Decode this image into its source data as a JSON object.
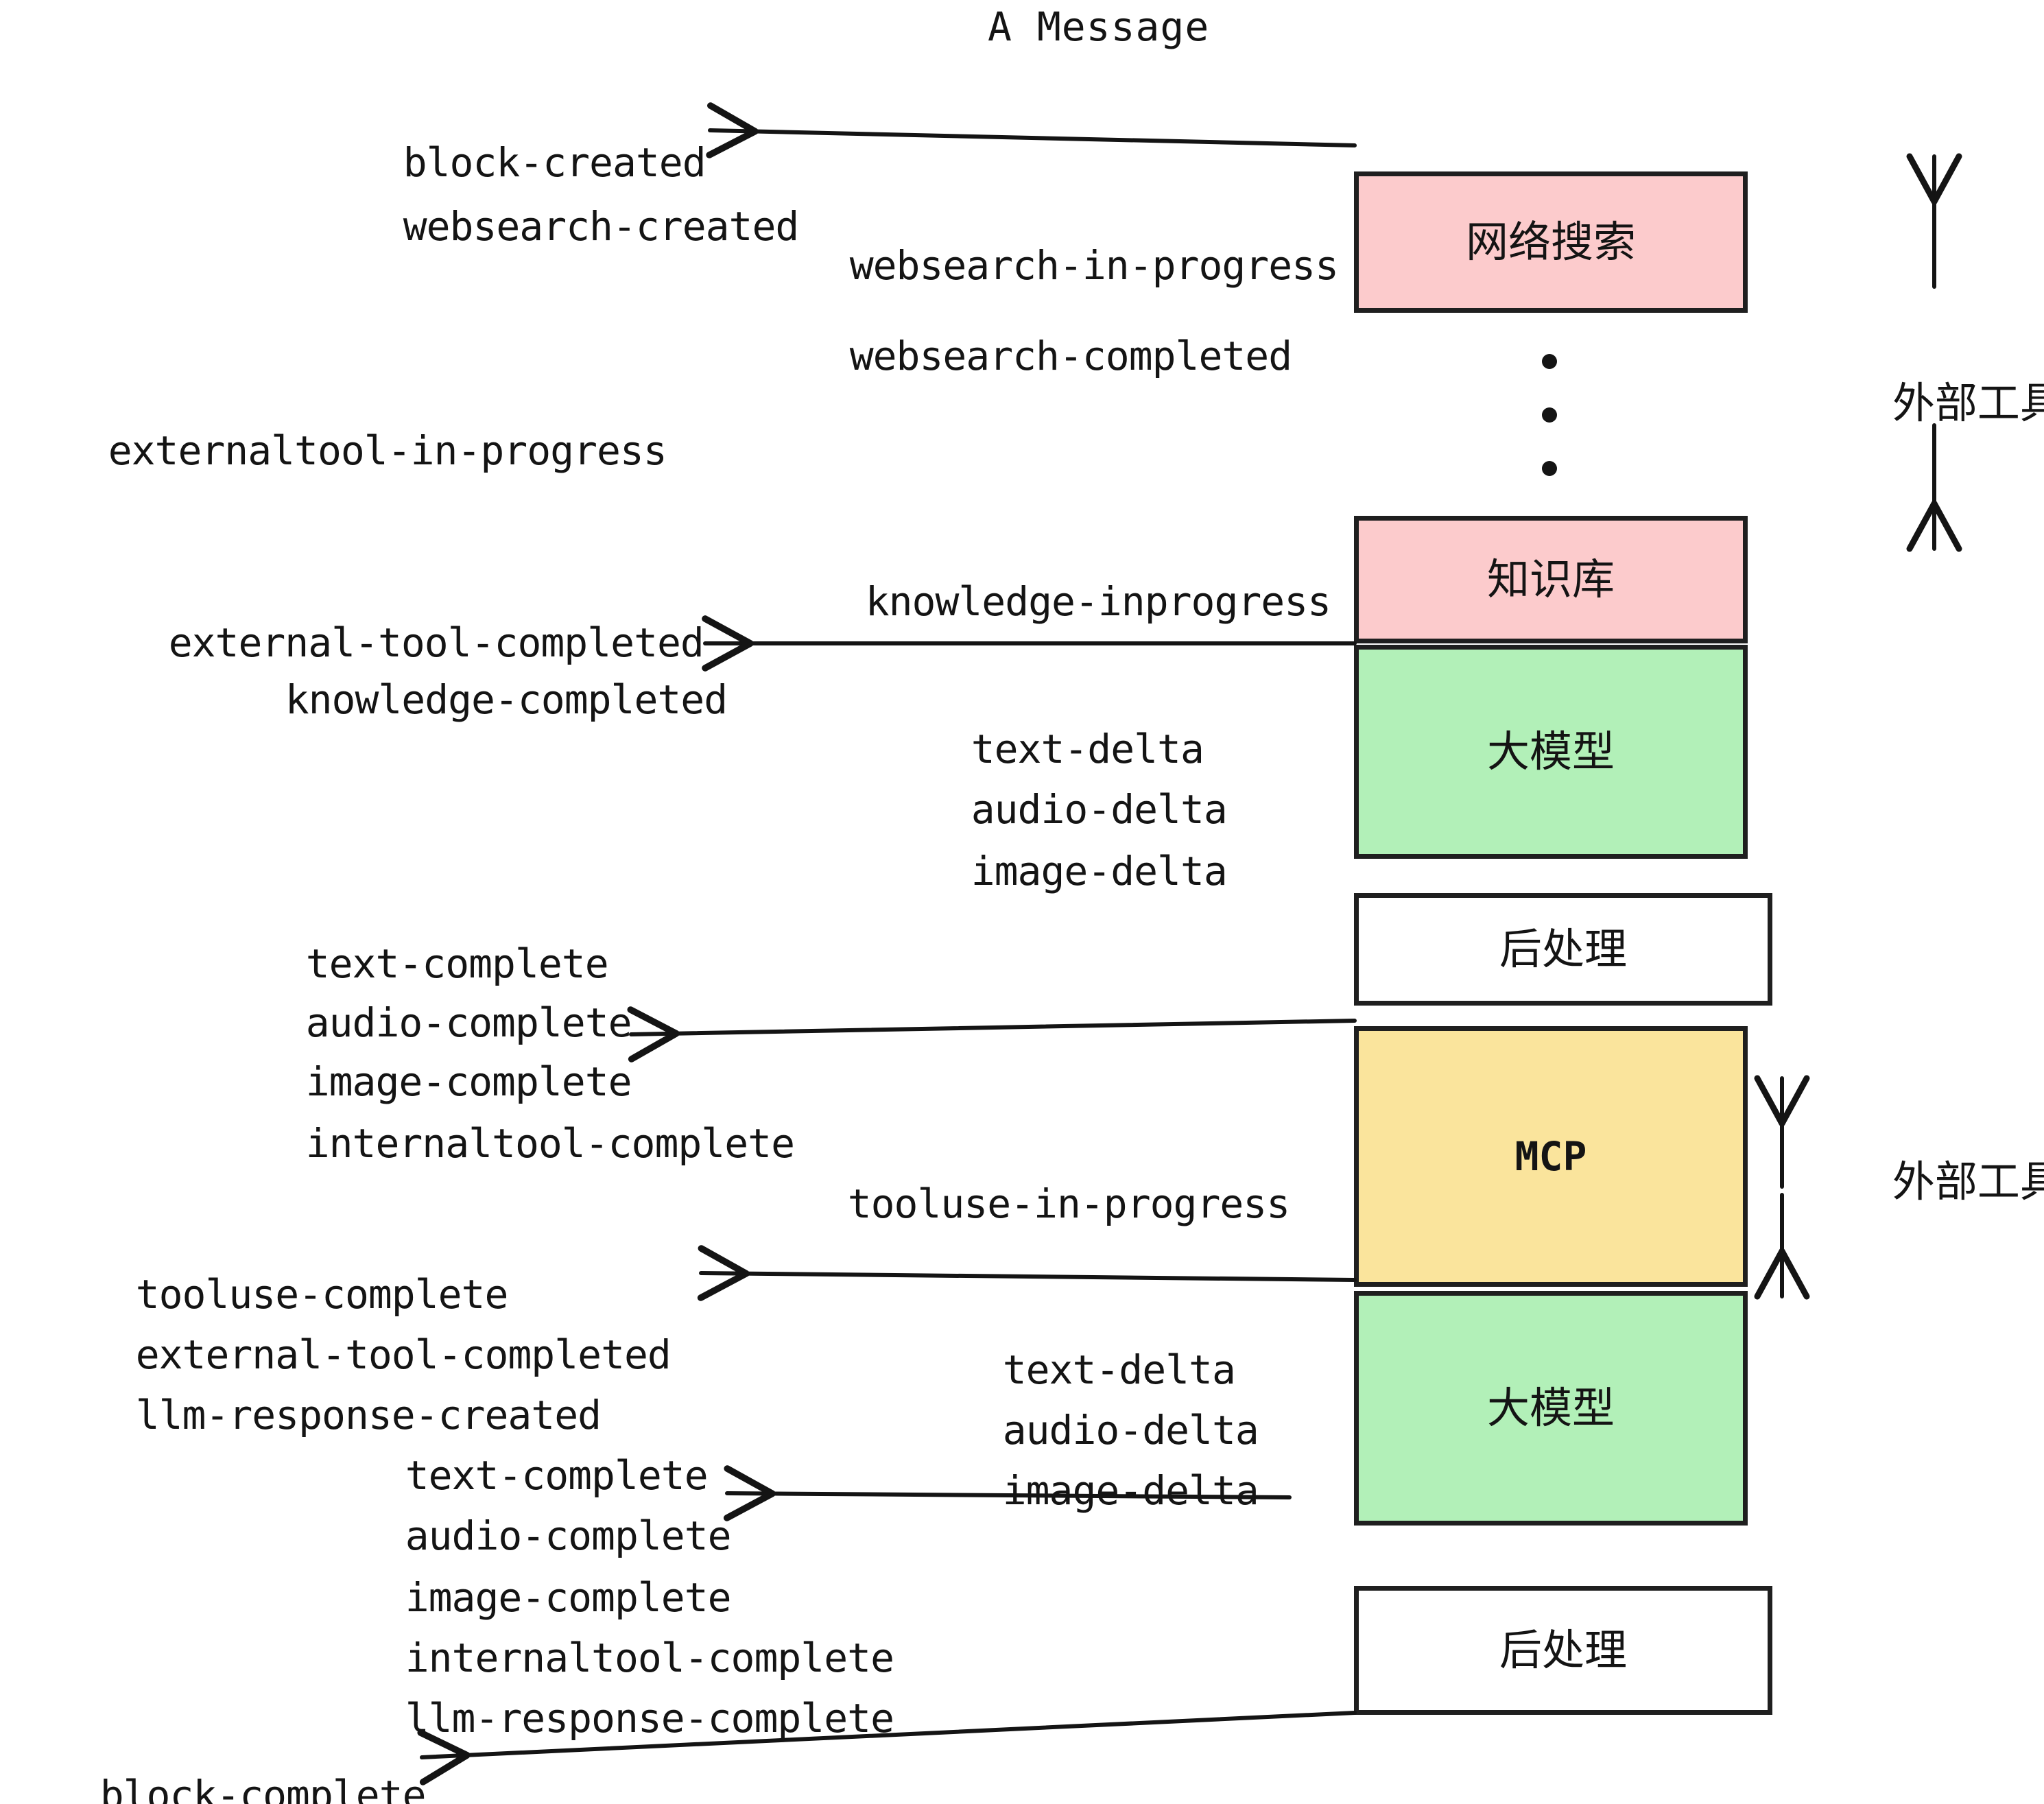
{
  "diagram": {
    "title": "A Message",
    "colors": {
      "pink": "#FCCBCC",
      "green": "#B2F0B8",
      "yellow": "#FAE49C",
      "white": "#FFFFFF",
      "stroke": "#1F1F1F",
      "text": "#141414"
    },
    "nodes": [
      {
        "id": "websearch",
        "label": "网络搜索",
        "fill": "#FCCBCC"
      },
      {
        "id": "knowledge",
        "label": "知识库",
        "fill": "#FCCBCC"
      },
      {
        "id": "llm-top",
        "label": "大模型",
        "fill": "#B2F0B8"
      },
      {
        "id": "postprocess-top",
        "label": "后处理",
        "fill": "#FFFFFF"
      },
      {
        "id": "mcp",
        "label": "MCP",
        "fill": "#FAE49C"
      },
      {
        "id": "llm-bottom",
        "label": "大模型",
        "fill": "#B2F0B8"
      },
      {
        "id": "postprocess-bottom",
        "label": "后处理",
        "fill": "#FFFFFF"
      }
    ],
    "group_labels": [
      {
        "id": "external-tools-top",
        "label": "外部工具"
      },
      {
        "id": "external-tools-bottom",
        "label": "外部工具"
      }
    ],
    "events": [
      {
        "id": "block-created",
        "label": "block-created"
      },
      {
        "id": "websearch-created",
        "label": "websearch-created"
      },
      {
        "id": "websearch-in-progress",
        "label": "websearch-in-progress"
      },
      {
        "id": "websearch-completed",
        "label": "websearch-completed"
      },
      {
        "id": "externaltool-in-progress",
        "label": "externaltool-in-progress"
      },
      {
        "id": "knowledge-inprogress",
        "label": "knowledge-inprogress"
      },
      {
        "id": "external-tool-completed-1",
        "label": "external-tool-completed"
      },
      {
        "id": "knowledge-completed",
        "label": "knowledge-completed"
      },
      {
        "id": "text-delta-1",
        "label": "text-delta"
      },
      {
        "id": "audio-delta-1",
        "label": "audio-delta"
      },
      {
        "id": "image-delta-1",
        "label": "image-delta"
      },
      {
        "id": "text-complete-1",
        "label": "text-complete"
      },
      {
        "id": "audio-complete-1",
        "label": "audio-complete"
      },
      {
        "id": "image-complete-1",
        "label": "image-complete"
      },
      {
        "id": "internaltool-complete-1",
        "label": "internaltool-complete"
      },
      {
        "id": "tooluse-in-progress",
        "label": "tooluse-in-progress"
      },
      {
        "id": "tooluse-complete",
        "label": "tooluse-complete"
      },
      {
        "id": "external-tool-completed-2",
        "label": "external-tool-completed"
      },
      {
        "id": "llm-response-created",
        "label": "llm-response-created"
      },
      {
        "id": "text-delta-2",
        "label": "text-delta"
      },
      {
        "id": "audio-delta-2",
        "label": "audio-delta"
      },
      {
        "id": "image-delta-2",
        "label": "image-delta"
      },
      {
        "id": "text-complete-2",
        "label": "text-complete"
      },
      {
        "id": "audio-complete-2",
        "label": "audio-complete"
      },
      {
        "id": "image-complete-2",
        "label": "image-complete"
      },
      {
        "id": "internaltool-complete-2",
        "label": "internaltool-complete"
      },
      {
        "id": "llm-response-complete",
        "label": "llm-response-complete"
      },
      {
        "id": "block-complete",
        "label": "block-complete"
      }
    ]
  }
}
